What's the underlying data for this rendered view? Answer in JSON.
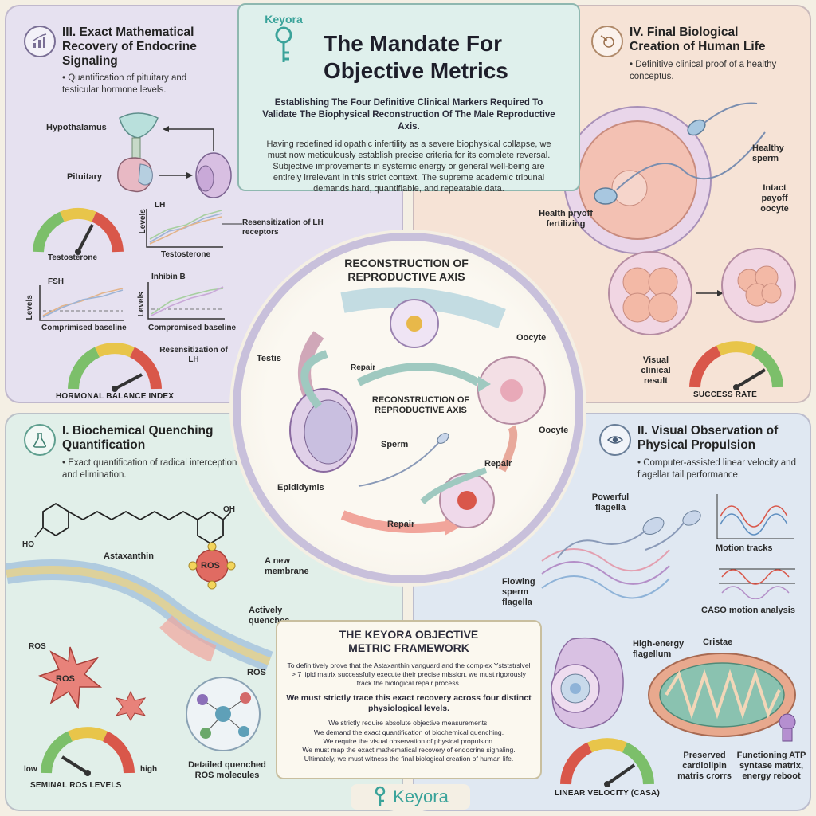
{
  "header": {
    "brand": "Keyora",
    "title_line1": "The Mandate For",
    "title_line2": "Objective Metrics",
    "subtitle": "Establishing The Four Definitive Clinical Markers Required To Validate The Biophysical Reconstruction Of The Male Reproductive Axis.",
    "body": "Having redefined idiopathic infertility as a severe biophysical collapse, we must now meticulously establish precise criteria for its complete reversal. Subjective improvements in systemic energy or general well-being are entirely irrelevant in this strict context. The supreme academic tribunal demands hard, quantifiable, and repeatable data."
  },
  "q3": {
    "title": "III. Exact Mathematical Recovery of Endocrine Signaling",
    "bullet": "• Quantification of pituitary and testicular hormone levels.",
    "hypothalamus": "Hypothalamus",
    "pituitary": "Pituitary",
    "testosterone_gauge": "Testosterone",
    "lh": "LH",
    "levels": "Levels",
    "testosterone_chart": "Testosterone",
    "resens_lh_receptors": "Resensitization of LH receptors",
    "fsh": "FSH",
    "inhibin": "Inhibin B",
    "compromised_1": "Comprimised baseline",
    "compromised_2": "Compromised baseline",
    "resens_lh": "Resensitization of LH",
    "hormonal_index": "HORMONAL BALANCE INDEX"
  },
  "q4": {
    "title": "IV. Final Biological Creation of Human Life",
    "bullet": "• Definitive clinical proof of a healthy conceptus.",
    "healthy_sperm": "Healthy sperm",
    "intact_oocyte": "Intact payoff oocyte",
    "health_fertilizing": "Health pryoff fertilizing",
    "visual_result": "Visual clinical result",
    "success_rate": "SUCCESS RATE"
  },
  "center": {
    "title": "RECONSTRUCTION OF REPRODUCTIVE AXIS",
    "inner_title": "RECONSTRUCTION OF REPRODUCTIVE AXIS",
    "testis": "Testis",
    "repair_1": "Repair",
    "repair_2": "Repair",
    "repair_3": "Repair",
    "oocyte_1": "Oocyte",
    "oocyte_2": "Oocyte",
    "sperm": "Sperm",
    "epididymis": "Epididymis"
  },
  "q1": {
    "title": "I. Biochemical Quenching Quantification",
    "bullet": "• Exact quantification of radical interception and elimination.",
    "oh_1": "OH",
    "oh_2": "HO",
    "astaxanthin": "Astaxanthin",
    "ros_1": "ROS",
    "ros_2": "ROS",
    "ros_3": "ROS",
    "ros_4": "ROS",
    "new_membrane": "A new membrane",
    "actively_quenches": "Actively quenches",
    "low": "low",
    "high": "high",
    "seminal_ros": "SEMINAL ROS LEVELS",
    "quenched": "Detailed quenched ROS molecules"
  },
  "q2": {
    "title": "II. Visual Observation of Physical Propulsion",
    "bullet": "• Computer-assisted linear velocity and flagellar tail performance.",
    "powerful_flagella": "Powerful flagella",
    "motion_tracks": "Motion tracks",
    "flowing_sperm": "Flowing sperm flagella",
    "caso": "CASO motion analysis",
    "high_energy": "High-energy flagellum",
    "cristae": "Cristae",
    "cardiolipin": "Preserved cardiolipin matris crorrs",
    "atp": "Functioning ATP syntase matrix, energy reboot",
    "linear_velocity": "LINEAR VELOCITY (CASA)"
  },
  "framework": {
    "title": "THE KEYORA OBJECTIVE METRIC FRAMEWORK",
    "p1": "To definitively prove that the Astaxanthin vanguard and the complex Ystststrslvel > 7 lipid matrix successfully execute their precise mission, we must rigorously track the biological repair process.",
    "p2": "We must strictly trace this exact recovery across four distinct physiological levels.",
    "l1": "We strictly require absolute objective measurements.",
    "l2": "We demand the exact quantification of biochemical quenching.",
    "l3": "We require the visual observation of physical propulsion.",
    "l4": "We must map the exact mathematical recovery of endocrine signaling.",
    "l5": "Ultimately, we must witness the final biological creation of human life."
  },
  "footer": {
    "brand": "Keyora"
  },
  "colors": {
    "accent_teal": "#3aa39a",
    "gauge_red": "#d9574a",
    "gauge_green": "#7cbf6a",
    "gauge_yellow": "#e8c54a"
  }
}
